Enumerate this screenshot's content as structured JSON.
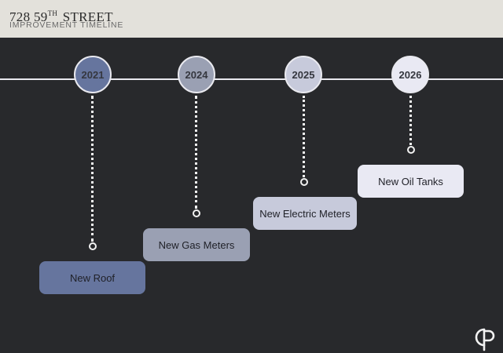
{
  "header": {
    "title_prefix": "728 59",
    "title_sup": "TH",
    "title_suffix": "STREET",
    "subtitle": "IMPROVEMENT TIMELINE"
  },
  "colors": {
    "background": "#28292c",
    "header_bg": "#e3e1db",
    "milestone_2021": "#66759e",
    "milestone_2024": "#9aa0b3",
    "milestone_2025": "#c7cadb",
    "milestone_2026": "#e9e9f3"
  },
  "timeline": {
    "milestones": [
      {
        "year": "2021",
        "label": "New Roof"
      },
      {
        "year": "2024",
        "label": "New Gas Meters"
      },
      {
        "year": "2025",
        "label": "New Electric Meters"
      },
      {
        "year": "2026",
        "label": "New Oil Tanks"
      }
    ]
  },
  "logo": {
    "icon": "monogram-logo-icon"
  }
}
